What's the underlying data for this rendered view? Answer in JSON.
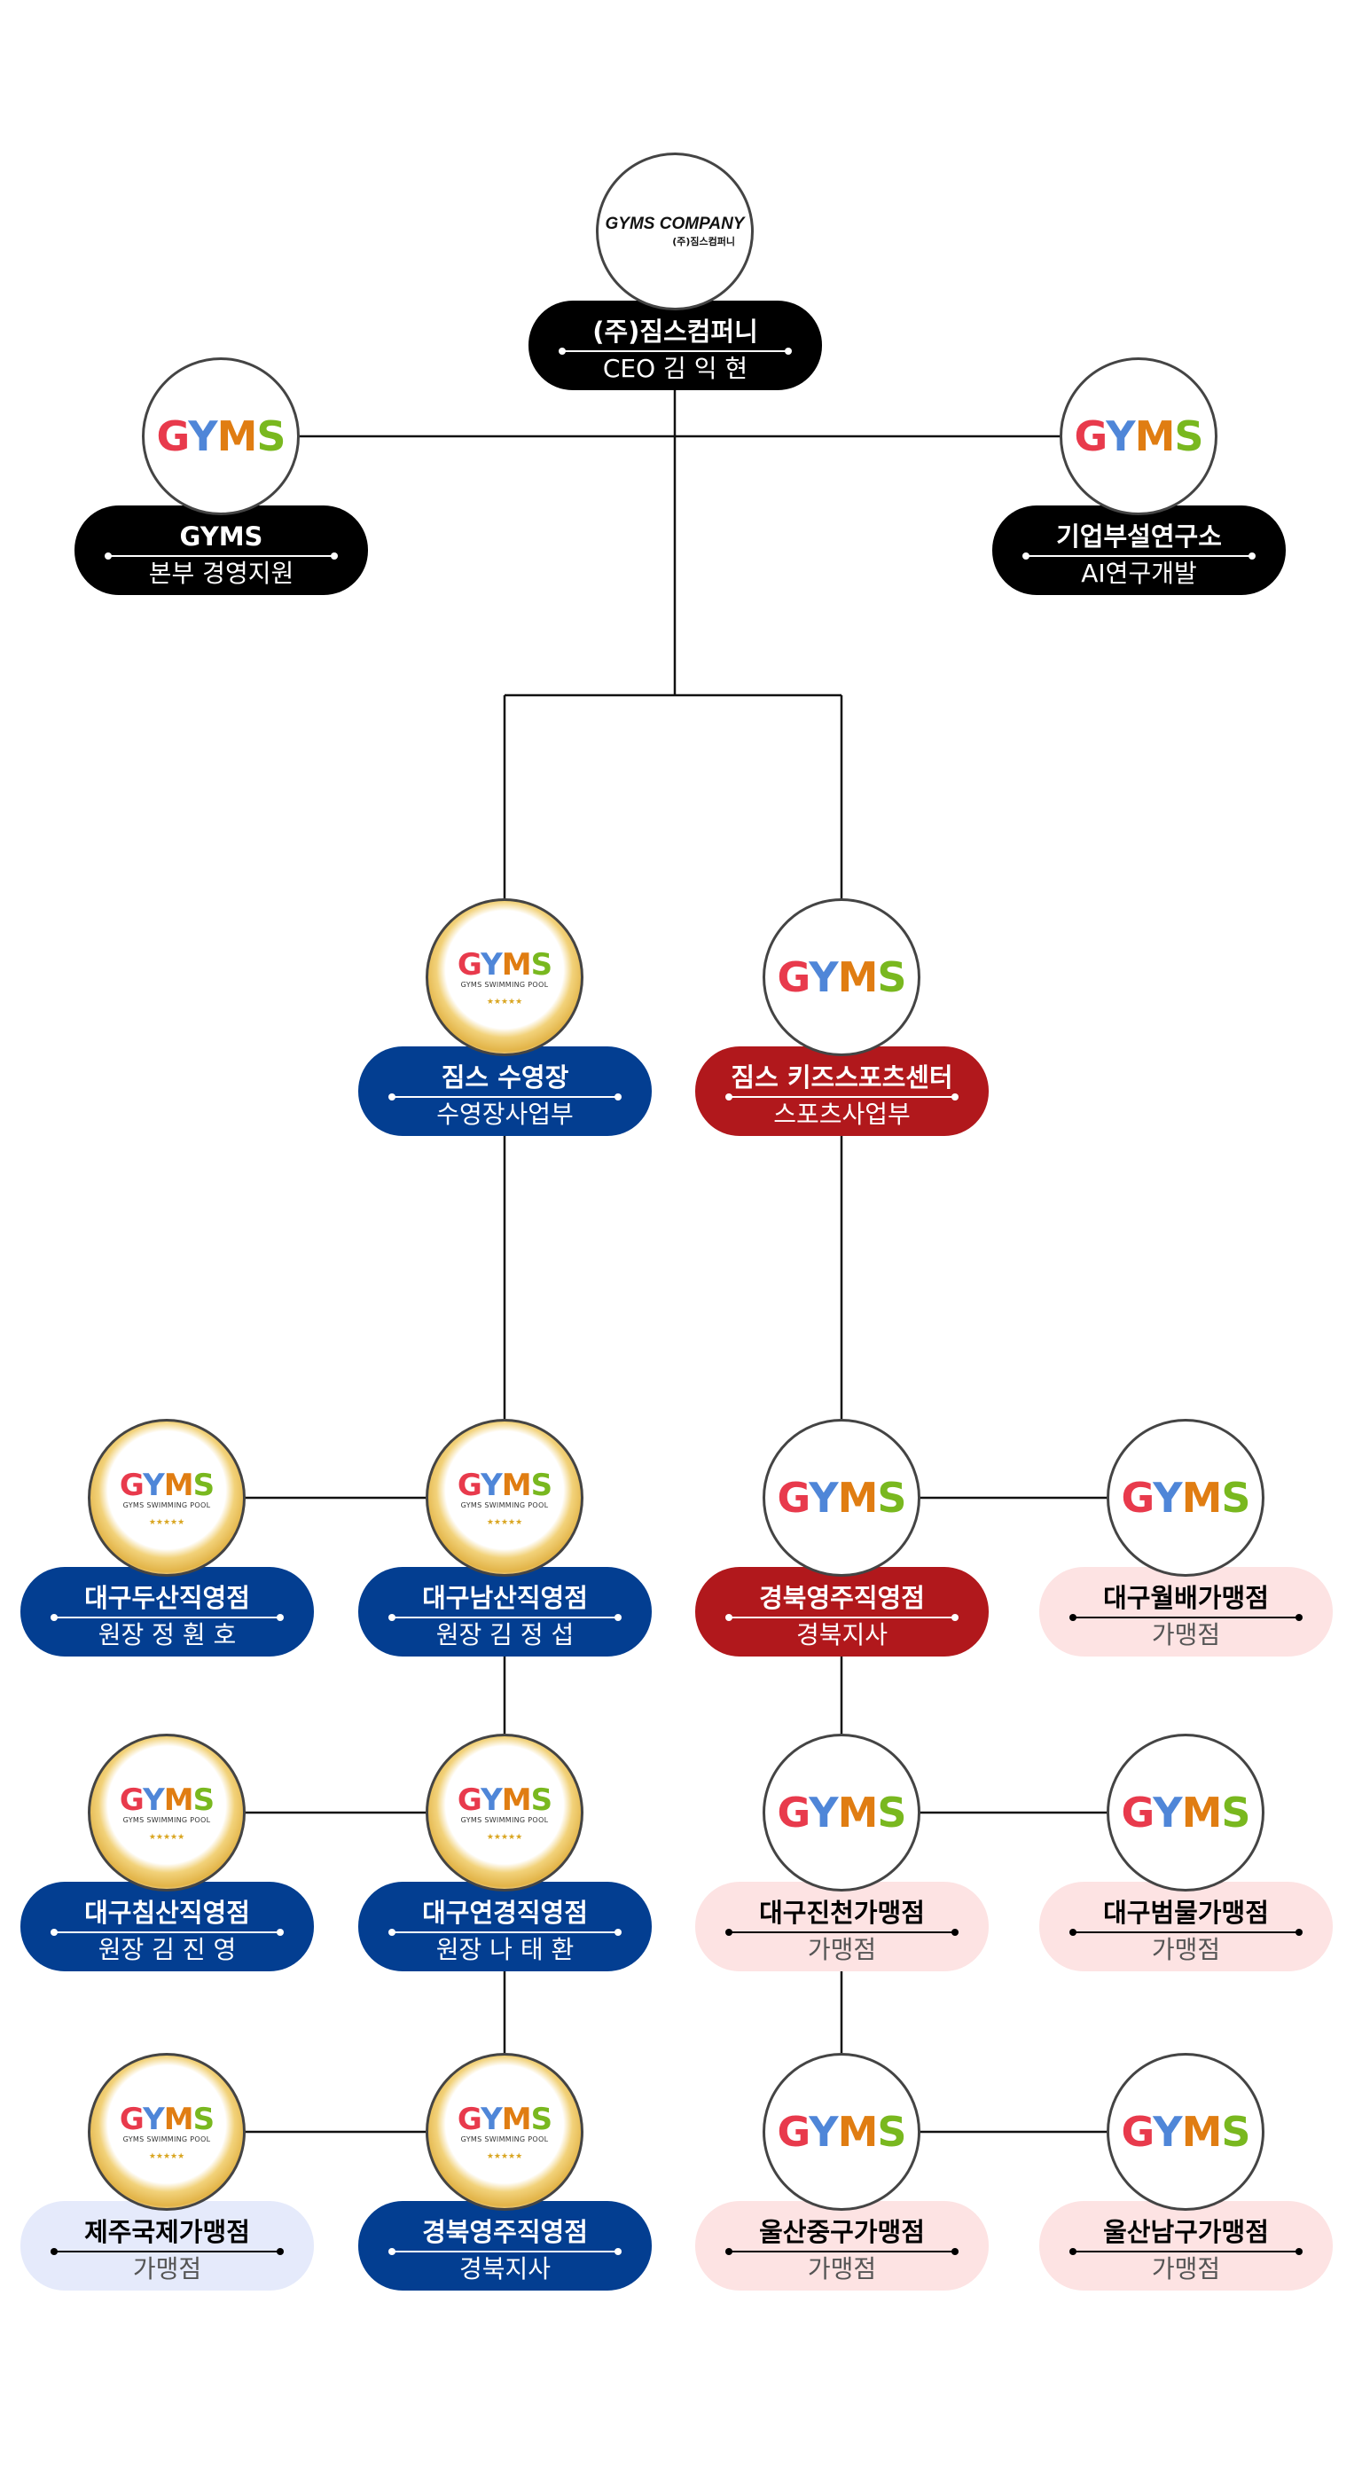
{
  "logos": {
    "gyms": [
      "G",
      "Y",
      "M",
      "S"
    ],
    "pool_caption": "GYMS SWIMMING POOL",
    "pool_stars": "★★★★★",
    "company_en": "GYMS COMPANY",
    "company_ko": "(주)짐스컴퍼니"
  },
  "colors": {
    "black": "#000000",
    "blue": "#033e91",
    "red": "#b1181c",
    "pink": "#fde3e3",
    "lightblue": "#e5eafb",
    "line": "#111111"
  },
  "nodes": [
    {
      "title": "(주)짐스컴퍼니",
      "subtitle": "CEO 김 익 현",
      "logo": "company",
      "style": "black"
    },
    {
      "title": "GYMS",
      "subtitle": "본부 경영지원",
      "logo": "gyms",
      "style": "black"
    },
    {
      "title": "기업부설연구소",
      "subtitle": "AI연구개발",
      "logo": "gyms",
      "style": "black"
    },
    {
      "title": "짐스 수영장",
      "subtitle": "수영장사업부",
      "logo": "pool",
      "style": "blue"
    },
    {
      "title": "짐스 키즈스포츠센터",
      "subtitle": "스포츠사업부",
      "logo": "gyms",
      "style": "red"
    },
    {
      "title": "대구두산직영점",
      "subtitle": "원장 정 훤 호",
      "logo": "pool",
      "style": "blue"
    },
    {
      "title": "대구남산직영점",
      "subtitle": "원장 김 정 섭",
      "logo": "pool",
      "style": "blue"
    },
    {
      "title": "경북영주직영점",
      "subtitle": "경북지사",
      "logo": "gyms",
      "style": "red"
    },
    {
      "title": "대구월배가맹점",
      "subtitle": "가맹점",
      "logo": "gyms",
      "style": "pink"
    },
    {
      "title": "대구침산직영점",
      "subtitle": "원장 김 진 영",
      "logo": "pool",
      "style": "blue"
    },
    {
      "title": "대구연경직영점",
      "subtitle": "원장 나 태 환",
      "logo": "pool",
      "style": "blue"
    },
    {
      "title": "대구진천가맹점",
      "subtitle": "가맹점",
      "logo": "gyms",
      "style": "pink"
    },
    {
      "title": "대구범물가맹점",
      "subtitle": "가맹점",
      "logo": "gyms",
      "style": "pink"
    },
    {
      "title": "제주국제가맹점",
      "subtitle": "가맹점",
      "logo": "pool",
      "style": "lightblue"
    },
    {
      "title": "경북영주직영점",
      "subtitle": "경북지사",
      "logo": "pool",
      "style": "blue"
    },
    {
      "title": "울산중구가맹점",
      "subtitle": "가맹점",
      "logo": "gyms",
      "style": "pink"
    },
    {
      "title": "울산남구가맹점",
      "subtitle": "가맹점",
      "logo": "gyms",
      "style": "pink"
    }
  ]
}
